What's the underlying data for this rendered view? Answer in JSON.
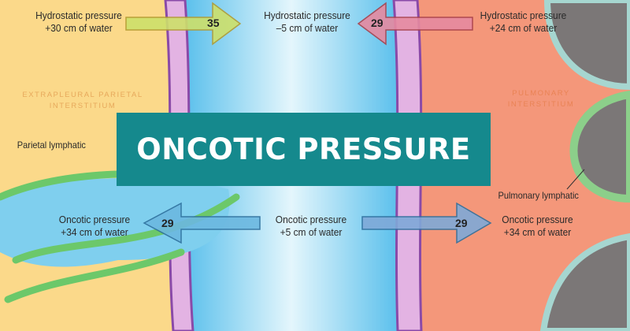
{
  "title": "ONCOTIC PRESSURE",
  "hydrostatic": {
    "left": {
      "label": "Hydrostatic pressure",
      "value": "+30 cm of water"
    },
    "center": {
      "label": "Hydrostatic pressure",
      "value": "–5 cm of water"
    },
    "right": {
      "label": "Hydrostatic pressure",
      "value": "+24 cm of water"
    },
    "arrow_left_number": "35",
    "arrow_right_number": "29"
  },
  "oncotic": {
    "left": {
      "label": "Oncotic pressure",
      "value": "+34 cm of water"
    },
    "center": {
      "label": "Oncotic pressure",
      "value": "+5 cm of water"
    },
    "right": {
      "label": "Oncotic pressure",
      "value": "+34 cm of water"
    },
    "arrow_left_number": "29",
    "arrow_right_number": "29"
  },
  "regions": {
    "left_line1": "EXTRAPLEURAL PARIETAL",
    "left_line2": "INTERSTITIUM",
    "right_line1": "PULMONARY",
    "right_line2": "INTERSTITIUM"
  },
  "annotations": {
    "parietal_lymphatic": "Parietal lymphatic",
    "pulmonary_lymphatic": "Pulmonary lymphatic"
  },
  "colors": {
    "banner": "#15898d",
    "left_region": "#fbd98a",
    "pleural_space": "#b9e3f5",
    "right_region": "#f4977a"
  }
}
